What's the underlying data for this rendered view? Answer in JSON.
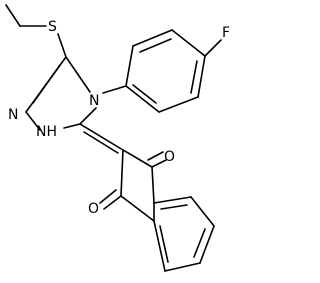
{
  "molecule": {
    "atoms": {
      "sulfur": "S",
      "fluorine": "F",
      "ring_nitrogen_substituted": "N",
      "ring_nitrogen_imine": "N",
      "ring_nitrogen_h": "NH",
      "oxygen_top": "O",
      "oxygen_bottom": "O"
    }
  },
  "colors": {
    "bond": "#000000",
    "background": "#ffffff"
  }
}
